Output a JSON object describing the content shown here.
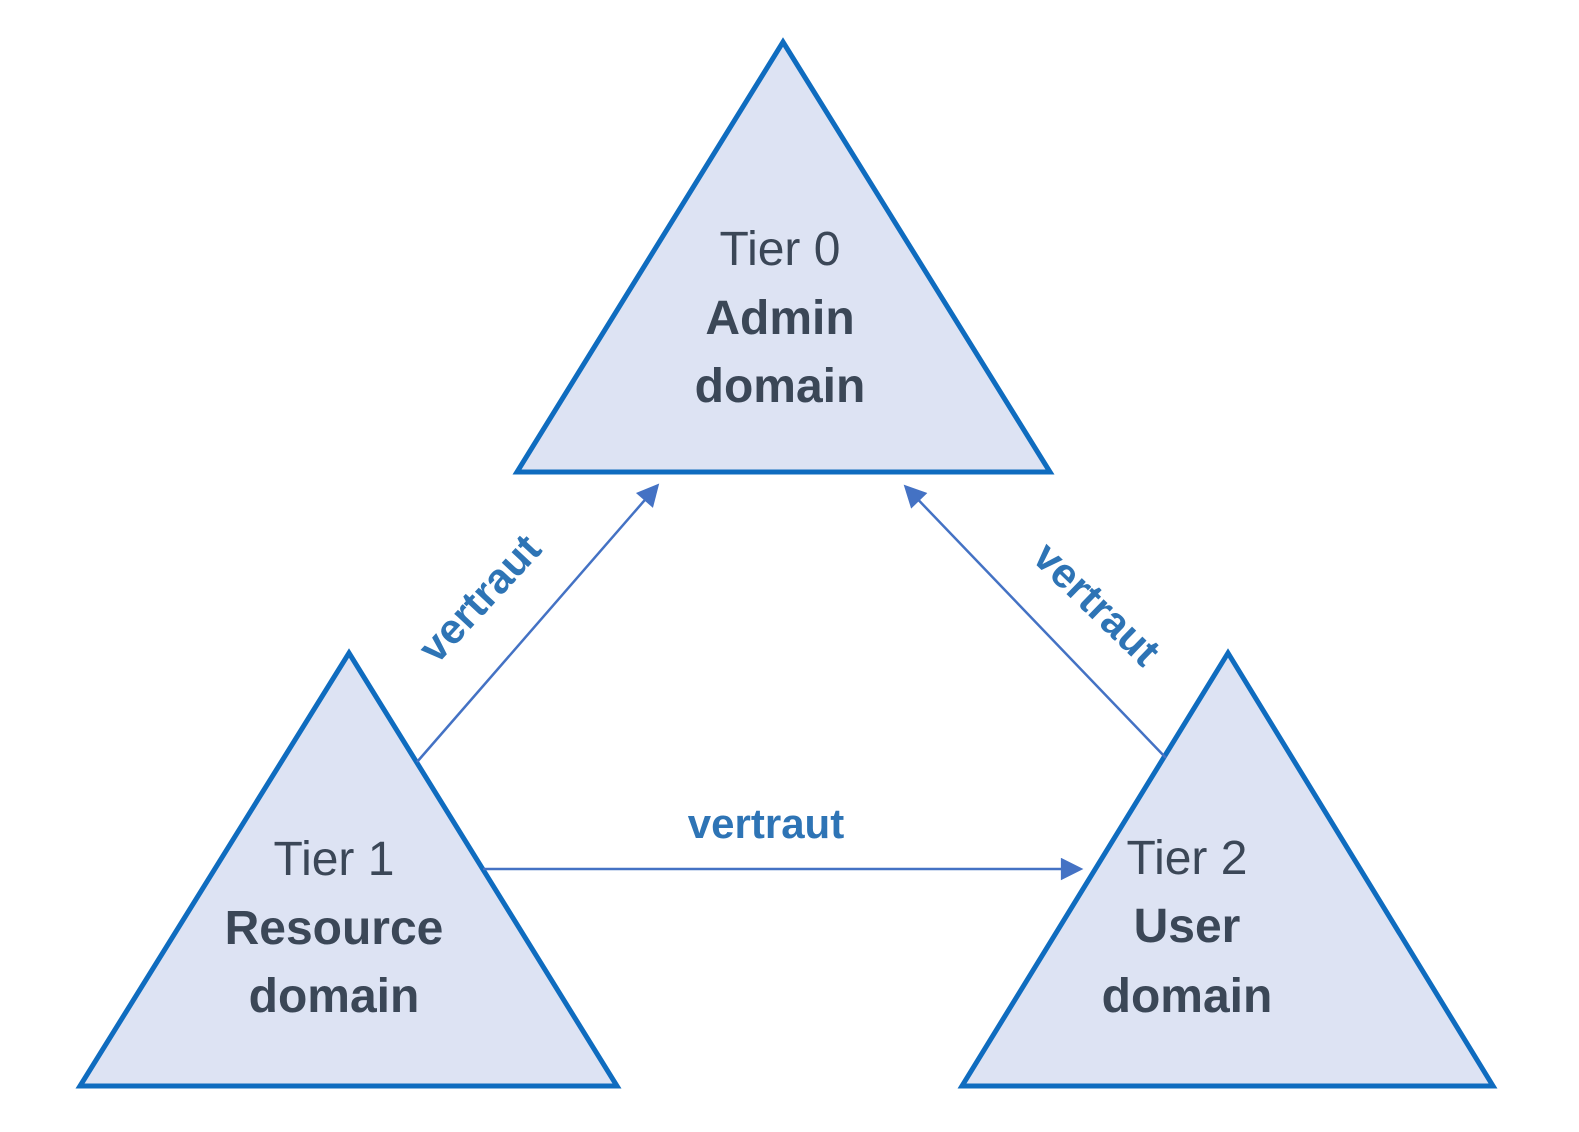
{
  "diagram": {
    "background_color": "#ffffff",
    "colors": {
      "triangle_fill": "#dde3f3",
      "triangle_border": "#0f6cbf",
      "node_text": "#3b4757",
      "arrow": "#4472c4",
      "arrow_label": "#2e74b5"
    },
    "nodes": [
      {
        "id": "tier-0",
        "tier": "Tier 0",
        "name_line1": "Admin",
        "name_line2": "domain"
      },
      {
        "id": "tier-1",
        "tier": "Tier 1",
        "name_line1": "Resource",
        "name_line2": "domain"
      },
      {
        "id": "tier-2",
        "tier": "Tier 2",
        "name_line1": "User",
        "name_line2": "domain"
      }
    ],
    "edges": [
      {
        "from": "tier-1",
        "to": "tier-0",
        "label": "vertraut"
      },
      {
        "from": "tier-2",
        "to": "tier-0",
        "label": "vertraut"
      },
      {
        "from": "tier-1",
        "to": "tier-2",
        "label": "vertraut"
      }
    ]
  }
}
